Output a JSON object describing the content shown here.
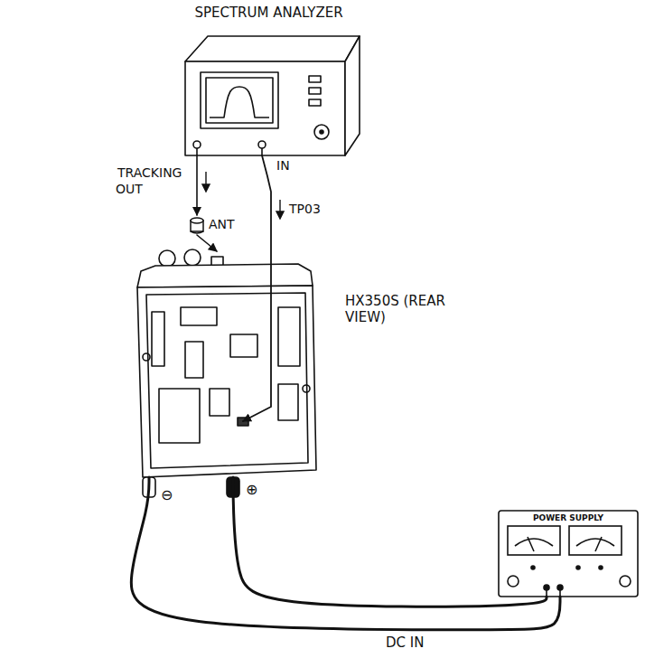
{
  "diagram": {
    "nodes": [
      {
        "text": [
          "SPECTRUM ANALYZER"
        ]
      },
      {
        "text": [
          "ANT"
        ]
      },
      {
        "text": [
          "HX350S (REAR VIEW)"
        ]
      },
      {
        "text": [
          "POWER SUPPLY"
        ]
      }
    ],
    "edges": [
      {
        "from": 0,
        "to": 1,
        "arrow": "to",
        "label": "TRACKING OUT"
      },
      {
        "from": 1,
        "to": 2,
        "arrow": "to"
      },
      {
        "from": 0,
        "to": 2,
        "arrow": "to",
        "label": "TP03"
      },
      {
        "from": 3,
        "to": 2,
        "arrow": "none"
      },
      {
        "from": 3,
        "to": 2,
        "arrow": "none",
        "label": "DC IN"
      }
    ],
    "labels": [
      "IN",
      "⊖",
      "⊕"
    ]
  }
}
